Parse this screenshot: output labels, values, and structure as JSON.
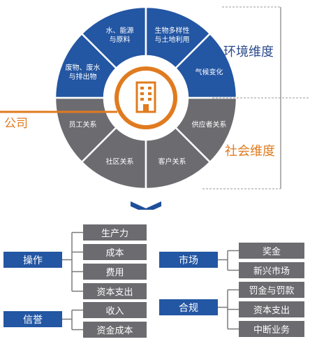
{
  "colors": {
    "environment_blue": "#2356a3",
    "social_gray": "#6b6b70",
    "company_orange": "#e07b1f",
    "dimension_blue": "#2b4b8c",
    "dimension_orange": "#e07b1f",
    "connector_gray": "#7a7a7a",
    "chevron_blue": "#1f4f9a"
  },
  "wheel": {
    "company_label": "公司",
    "company_icon": "building-icon",
    "environment_segments": [
      [
        "废物、废水",
        "与排出物"
      ],
      [
        "水、能源",
        "与原料"
      ],
      [
        "生物多样性",
        "与土地利用"
      ],
      [
        "气候变化"
      ]
    ],
    "social_segments": [
      [
        "员工关系"
      ],
      [
        "社区关系"
      ],
      [
        "客户关系"
      ],
      [
        "供应者关系"
      ]
    ],
    "environment_dimension": "环境维度",
    "social_dimension": "社会维度"
  },
  "arrow_icon": "chevron-down-icon",
  "groups": [
    {
      "label": "操作",
      "items": [
        "生产力",
        "成本",
        "费用",
        "资本支出"
      ]
    },
    {
      "label": "信誉",
      "items": [
        "收入",
        "资金成本"
      ]
    },
    {
      "label": "市场",
      "items": [
        "奖金",
        "新兴市场"
      ]
    },
    {
      "label": "合规",
      "items": [
        "罚金与罚款",
        "资本支出",
        "中断业务"
      ]
    }
  ]
}
